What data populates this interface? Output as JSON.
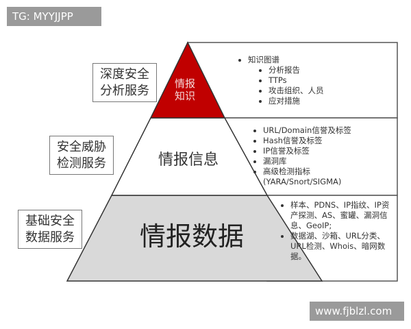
{
  "watermarks": {
    "top_left": "TG: MYYJJPP",
    "bottom_right": "www.fjblzl.com"
  },
  "colors": {
    "top_tier": "#c00000",
    "middle_tier": "#ffffff",
    "bottom_tier": "#d9d9d9"
  },
  "tiers": [
    {
      "pyramid_label": "情报\n知识",
      "side_label": [
        "深度安全",
        "分析服务"
      ],
      "items": [
        {
          "text": "知识图谱",
          "children": [
            "分析报告",
            "TTPs",
            "攻击组织、人员",
            "应对措施"
          ]
        }
      ]
    },
    {
      "pyramid_label": "情报信息",
      "side_label": [
        "安全威胁",
        "检测服务"
      ],
      "items": [
        "URL/Domain信誉及标签",
        "Hash信誉及标签",
        "IP信誉及标签",
        "漏洞库",
        "高级检测指标\n(YARA/Snort/SIGMA)"
      ]
    },
    {
      "pyramid_label": "情报数据",
      "side_label": [
        "基础安全",
        "数据服务"
      ],
      "items": [
        "样本、PDNS、IP指纹、IP资产探测、AS、蜜罐、漏洞信息、GeoIP;",
        "数据湖、沙箱、URL分类、URL检测、Whois、暗网数据。"
      ]
    }
  ]
}
